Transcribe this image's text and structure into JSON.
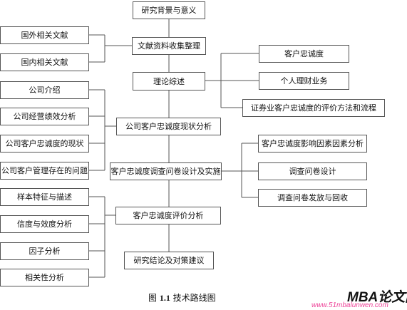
{
  "nodes": {
    "background": "研究背景与意义",
    "literature": "文献资料收集整理",
    "foreign": "国外相关文献",
    "domestic": "国内相关文献",
    "theory": "理论综述",
    "loyalty": "客户忠诚度",
    "wealth": "个人理财业务",
    "evalMethod": "证券业客户忠诚度的评价方法和流程",
    "intro": "公司介绍",
    "performance": "公司经营绩效分析",
    "loyaltyStatus": "公司客户忠诚度的现状",
    "mgmtIssues": "公司客户管理存在的问题",
    "statusAnalysis": "公司客户忠诚度现状分析",
    "survey": "客户忠诚度调查问卷设计及实施",
    "factors": "客户忠诚度影响因素因素分析",
    "questionnaire": "调查问卷设计",
    "distribution": "调查问卷发放与回收",
    "sample": "样本特征与描述",
    "reliability": "信度与效度分析",
    "factorAnalysis": "因子分析",
    "correlation": "相关性分析",
    "evaluation": "客户忠诚度评价分析",
    "conclusion": "研究结论及对策建议"
  },
  "caption": {
    "prefix": "图 ",
    "number": "1.1",
    "text": " 技术路线图"
  },
  "watermark": {
    "brand": "MBA论文网",
    "url": "www.51mbalunwen.com"
  }
}
